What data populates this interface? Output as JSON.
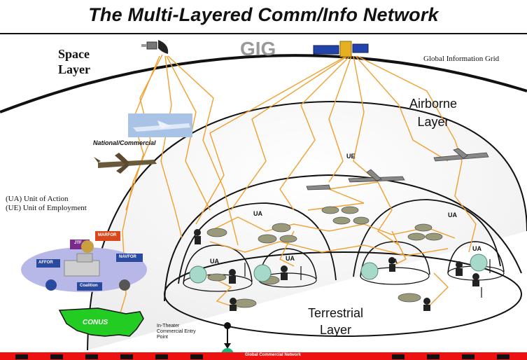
{
  "title": "The Multi-Layered Comm/Info Network",
  "labels": {
    "space_layer": "Space\nLayer",
    "gig": "GIG",
    "gig_full": "Global Information Grid",
    "airborne_layer": "Airborne\nLayer",
    "national_commercial": "National/Commercial",
    "ua_def": "(UA) Unit of Action",
    "ue_def": "(UE) Unit of Employment",
    "ue": "UE",
    "ua": "UA",
    "terrestrial_layer": "Terrestrial\nLayer",
    "conus": "CONUS",
    "in_theater": "In-Theater\nCommercial Entry\nPoint",
    "global_commercial": "Global Commercial Network",
    "jtf": "JTF",
    "marfor": "MARFOR",
    "afdor": "AFFOR",
    "navfor": "NAVFOR",
    "coalition": "Coalition"
  },
  "colors": {
    "link": "#f0a030",
    "line": "#111111",
    "conus": "#22cc22",
    "network_red": "#ee1111",
    "entry_point": "#16b87a",
    "gig_text": "#999999",
    "ellipse_fill": "#b8b8e8"
  },
  "icons": [
    "satellite-icon",
    "aircraft-icon",
    "uav-icon",
    "tank-icon",
    "soldier-icon",
    "antenna-icon",
    "headquarters-icon"
  ]
}
